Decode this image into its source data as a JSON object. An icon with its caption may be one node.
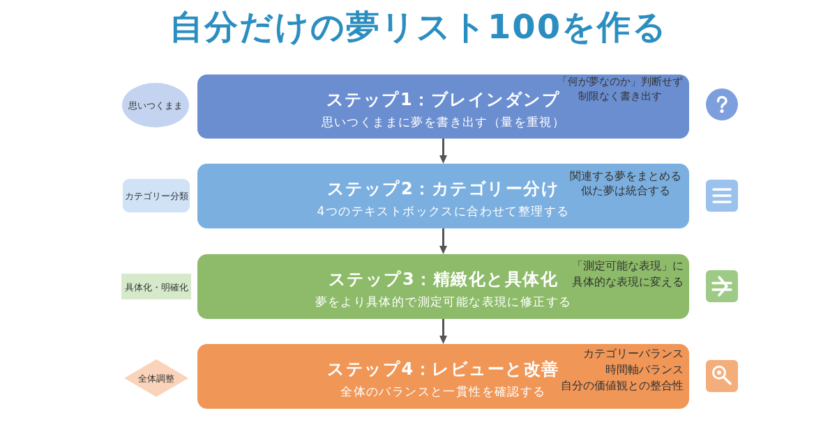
{
  "diagram": {
    "title": "自分だけの夢リスト100を作る",
    "nodes": [
      {
        "text": [
          "思いつくまま"
        ]
      },
      {
        "text": [
          "ステップ1：ブレインダンプ",
          "思いつくままに夢を書き出す（量を重視）",
          "「何が夢なのか」判断せず制限なく書き出す"
        ]
      },
      {
        "text": [
          "カテゴリー分類"
        ]
      },
      {
        "text": [
          "ステップ2：カテゴリー分け",
          "4つのテキストボックスに合わせて整理する",
          "関連する夢をまとめる",
          "似た夢は統合する"
        ]
      },
      {
        "text": [
          "具体化・明確化"
        ]
      },
      {
        "text": [
          "ステップ3：精緻化と具体化",
          "夢をより具体的で測定可能な表現に修正する",
          "「測定可能な表現」に具体的な表現に変える"
        ]
      },
      {
        "text": [
          "全体調整"
        ]
      },
      {
        "text": [
          "ステップ4：レビューと改善",
          "全体のバランスと一貫性を確認する",
          "カテゴリーバランス",
          "時間軸バランス",
          "自分の価値観との整合性"
        ]
      }
    ],
    "edges": [
      {
        "from": 1,
        "to": 3,
        "arrow": "to"
      },
      {
        "from": 3,
        "to": 5,
        "arrow": "to"
      },
      {
        "from": 5,
        "to": 7,
        "arrow": "to"
      }
    ]
  }
}
